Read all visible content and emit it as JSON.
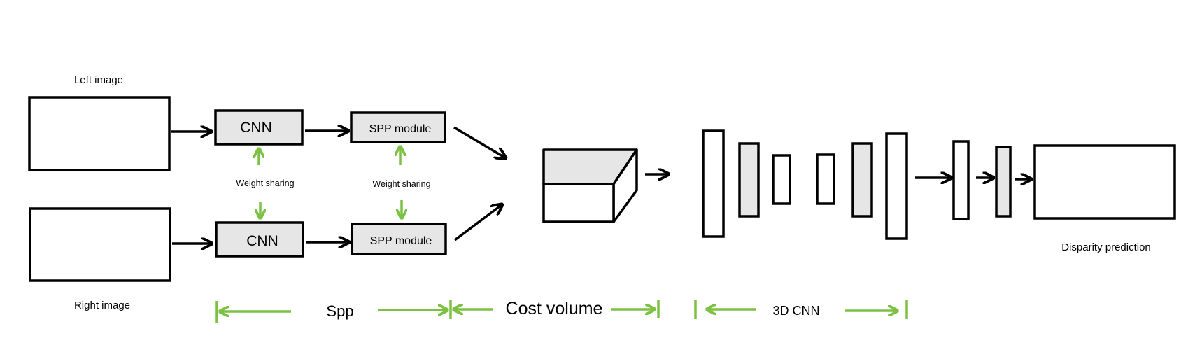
{
  "labels": {
    "left_image": "Left image",
    "right_image": "Right image",
    "cnn_top": "CNN",
    "cnn_bottom": "CNN",
    "spp_top": "SPP module",
    "spp_bottom": "SPP module",
    "weight_sharing_cnn": "Weight sharing",
    "weight_sharing_spp": "Weight sharing",
    "disparity": "Disparity prediction"
  },
  "sections": {
    "spp": "Spp",
    "cost_volume": "Cost volume",
    "cnn3d": "3D CNN"
  },
  "colors": {
    "box_fill": "#e6e6e6",
    "stroke": "#000000",
    "accent_green": "#7cc144"
  }
}
